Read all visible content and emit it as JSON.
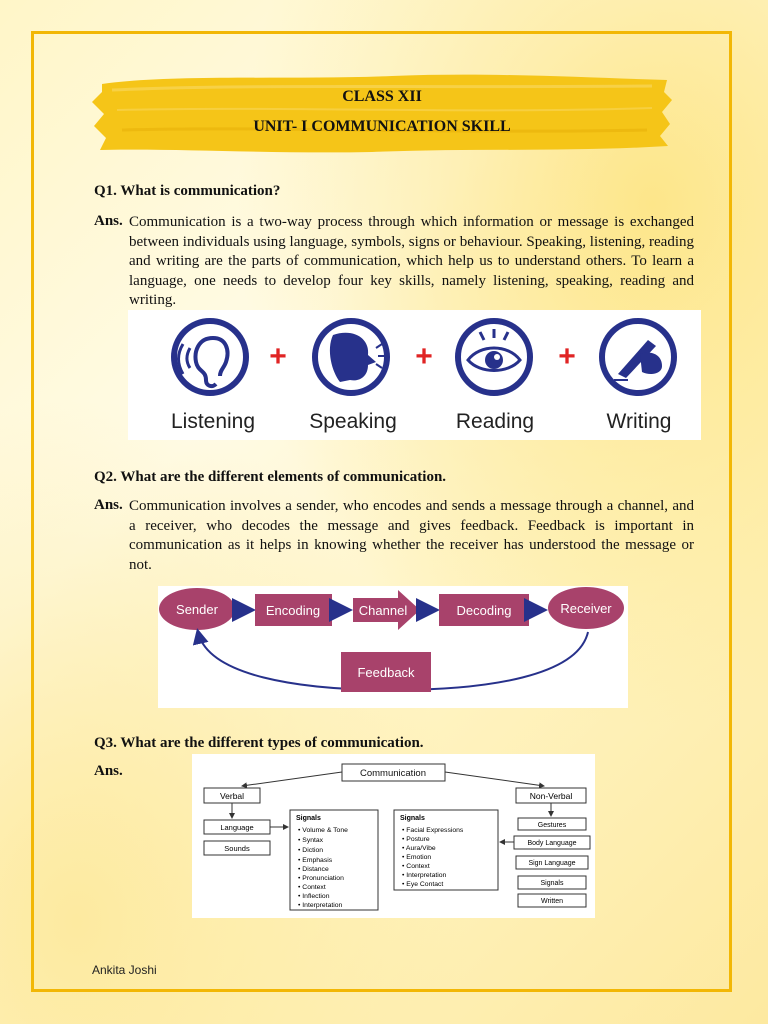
{
  "header": {
    "class_line": "CLASS XII",
    "unit_line": "UNIT- I COMMUNICATION SKILL"
  },
  "q1": {
    "question": "Q1. What is communication?",
    "ans_label": "Ans.",
    "answer": "Communication is a two-way process through which information or message is exchanged between individuals using language, symbols, signs or behaviour. Speaking, listening, reading and writing are the parts of communication, which help us to understand others. To learn a language, one needs to develop four key skills, namely listening, speaking, reading and writing.",
    "skills": [
      "Listening",
      "Speaking",
      "Reading",
      "Writing"
    ]
  },
  "q2": {
    "question": "Q2. What are the different elements of communication.",
    "ans_label": "Ans.",
    "answer": "Communication involves a sender, who encodes and sends a message through a channel, and a receiver, who decodes the message and gives feedback. Feedback is important in communication as it helps in knowing whether the receiver has understood the message or not.",
    "process": {
      "sender": "Sender",
      "encoding": "Encoding",
      "channel": "Channel",
      "decoding": "Decoding",
      "receiver": "Receiver",
      "feedback": "Feedback"
    }
  },
  "q3": {
    "question": "Q3. What are the different types of communication.",
    "ans_label": "Ans.",
    "tree": {
      "root": "Communication",
      "verbal": "Verbal",
      "non_verbal": "Non-Verbal",
      "verbal_children": [
        "Language",
        "Sounds"
      ],
      "signals_verbal_title": "Signals",
      "signals_verbal": [
        "Volume & Tone",
        "Syntax",
        "Diction",
        "Emphasis",
        "Distance",
        "Pronunciation",
        "Context",
        "Inflection",
        "Interpretation"
      ],
      "signals_nonverbal_title": "Signals",
      "signals_nonverbal": [
        "Facial Expressions",
        "Posture",
        "Aura/Vibe",
        "Emotion",
        "Context",
        "Interpretation",
        "Eye Contact"
      ],
      "nonverbal_children": [
        "Gestures",
        "Body Language",
        "Sign Language",
        "Signals",
        "Written"
      ]
    }
  },
  "footer": {
    "author": "Ankita Joshi"
  },
  "colors": {
    "frame": "#f2b705",
    "brush": "#f5c518",
    "icon_blue": "#27318b",
    "plus_red": "#e02424",
    "flow": "#a8426b"
  }
}
